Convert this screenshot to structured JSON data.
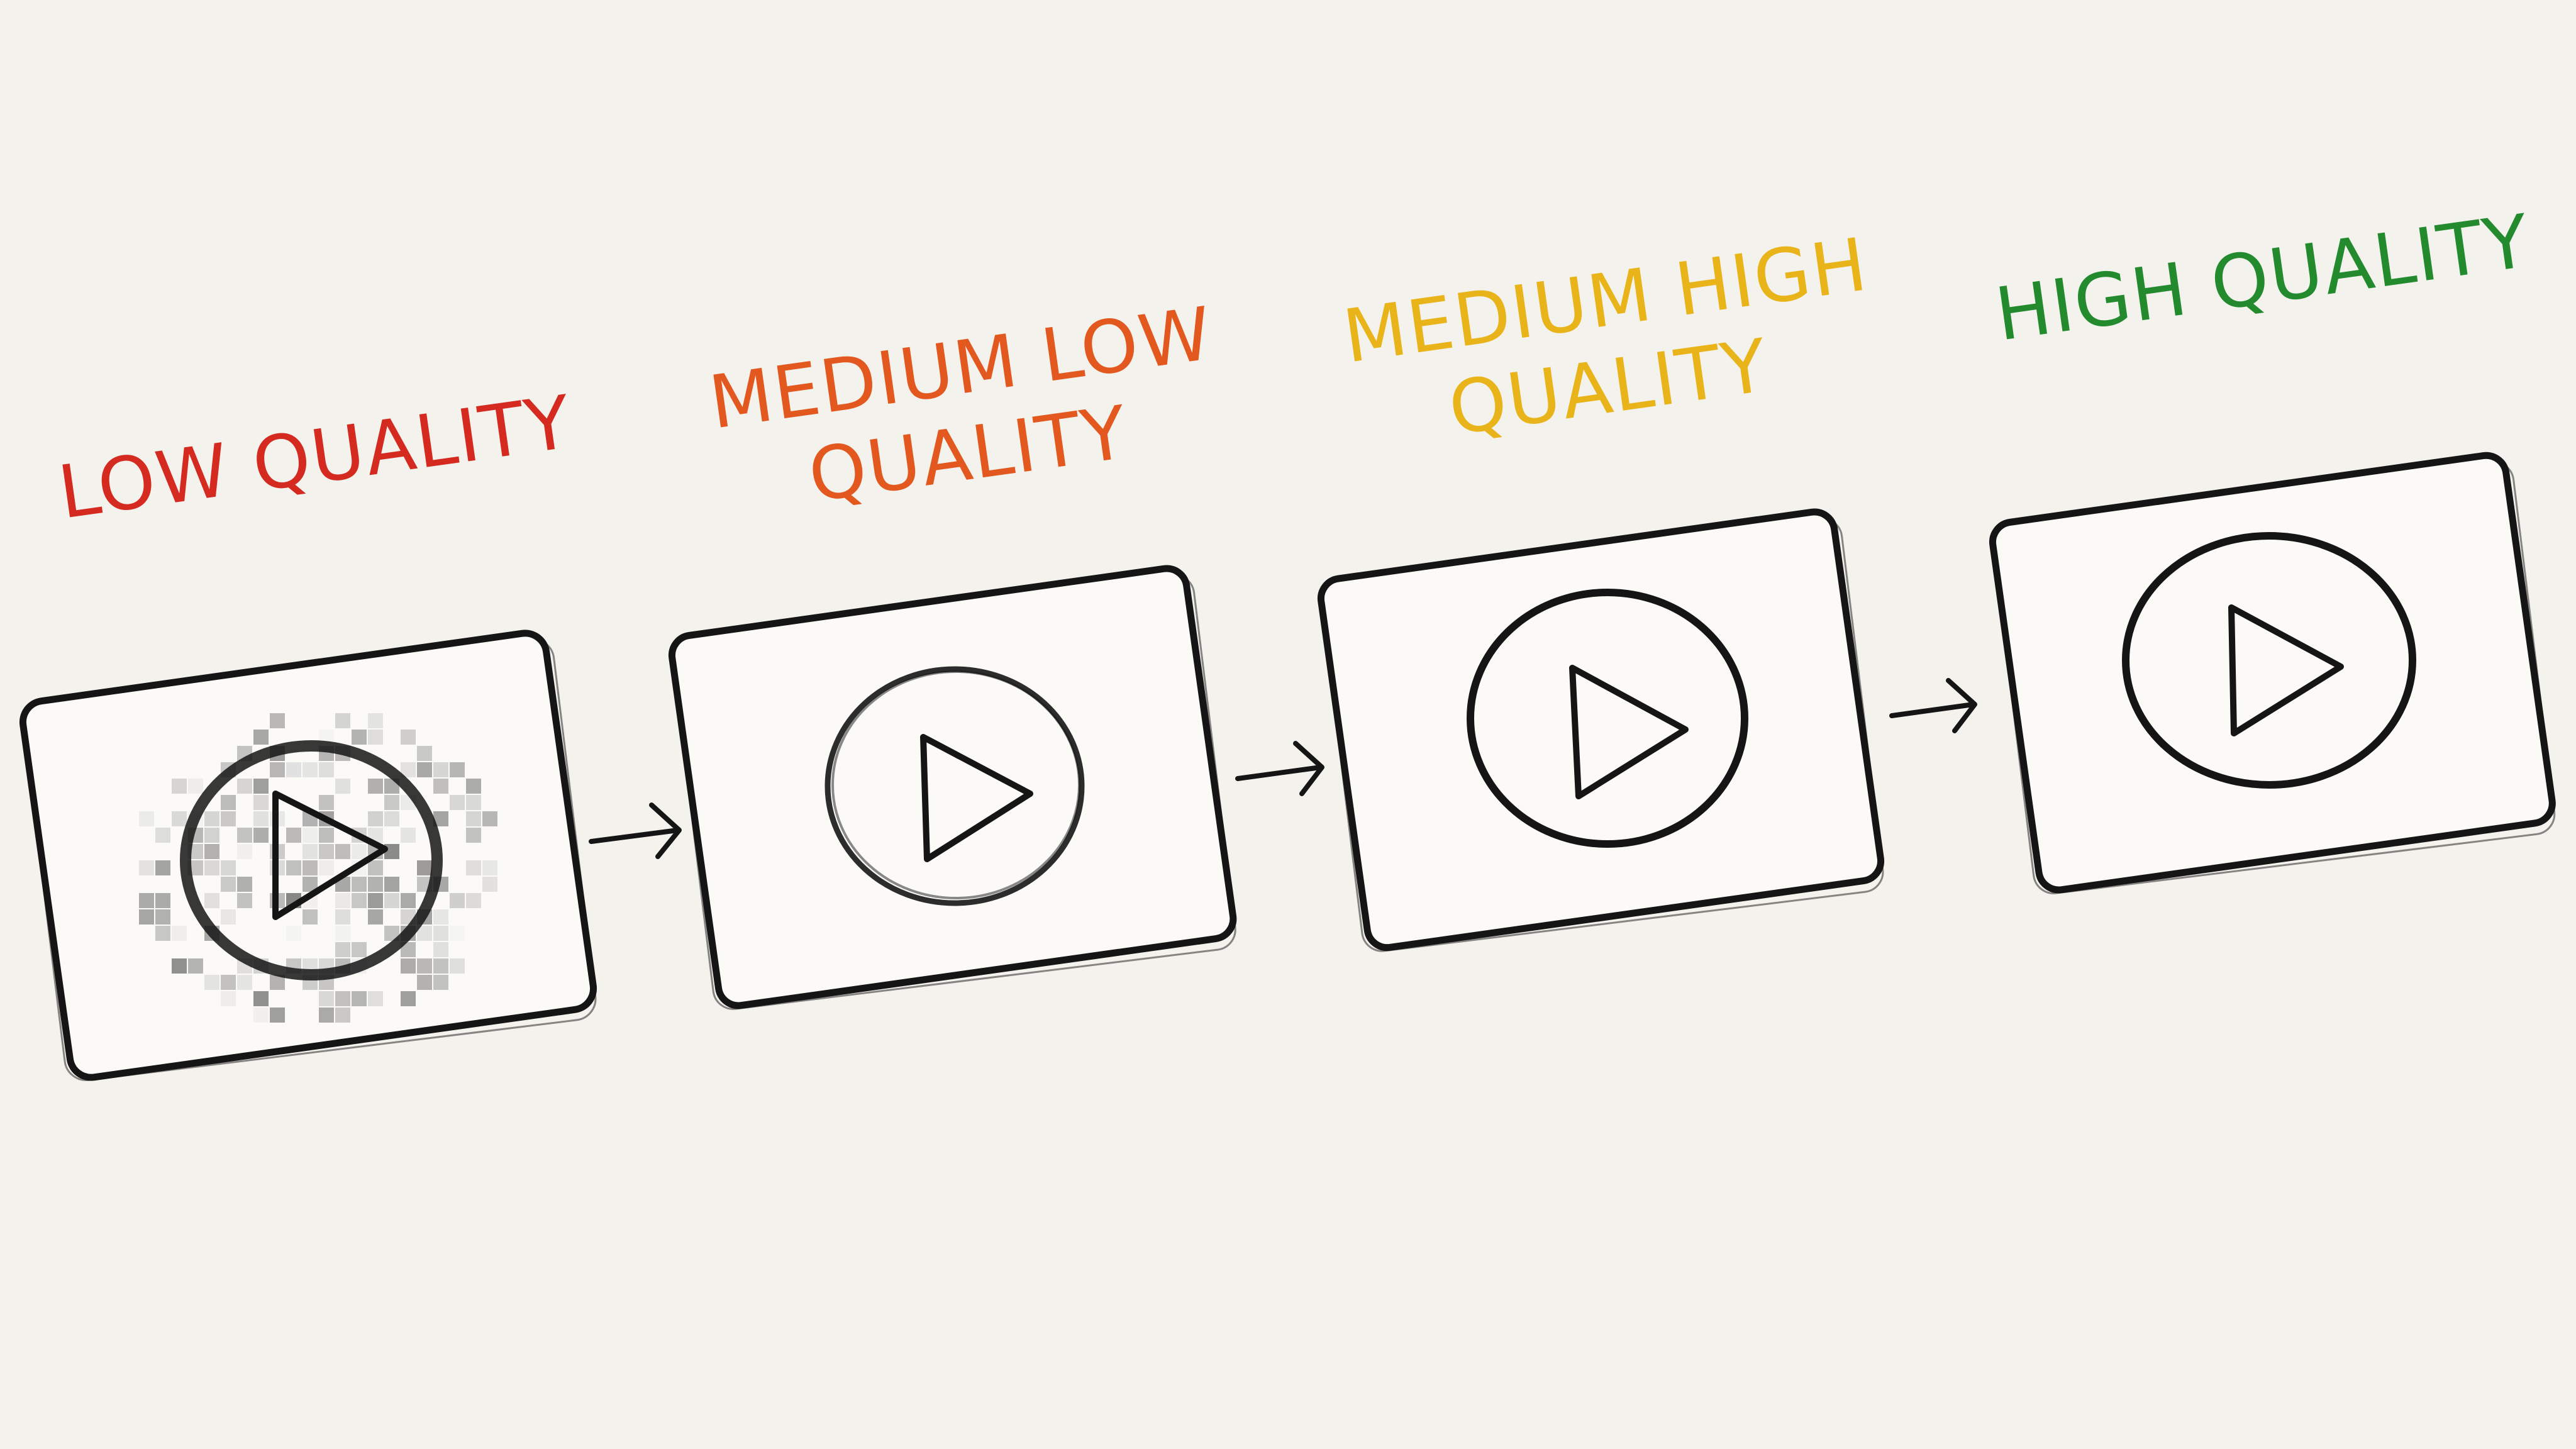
{
  "stages": [
    {
      "id": "low",
      "lines": [
        "LOW QUALITY"
      ],
      "color": "#d42a20"
    },
    {
      "id": "medium-low",
      "lines": [
        "MEDIUM LOW",
        "QUALITY"
      ],
      "color": "#e2581f"
    },
    {
      "id": "medium-high",
      "lines": [
        "MEDIUM HIGH",
        "QUALITY"
      ],
      "color": "#e8b419"
    },
    {
      "id": "high",
      "lines": [
        "HIGH QUALITY"
      ],
      "color": "#238a2e"
    }
  ],
  "icons": [
    "play-icon",
    "arrow-right-icon"
  ]
}
